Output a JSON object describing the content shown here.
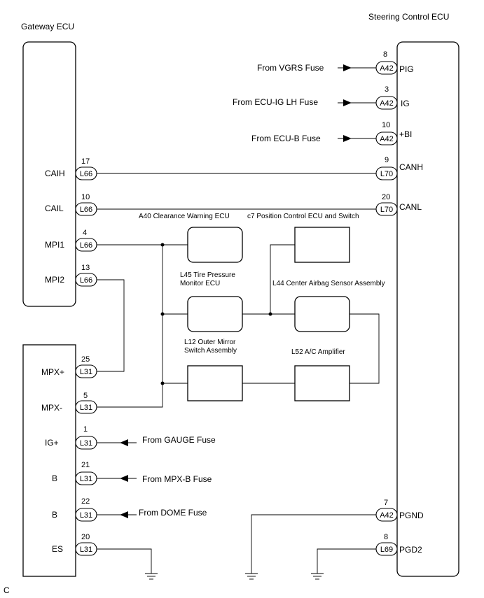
{
  "headers": {
    "gateway": "Gateway ECU",
    "steering": "Steering Control ECU"
  },
  "footer_code": "C",
  "steering_pins": [
    {
      "pin": "8",
      "conn": "A42",
      "sig": "PIG",
      "src": "From VGRS Fuse"
    },
    {
      "pin": "3",
      "conn": "A42",
      "sig": "IG",
      "src": "From ECU-IG LH Fuse"
    },
    {
      "pin": "10",
      "conn": "A42",
      "sig": "+BI",
      "src": "From ECU-B Fuse"
    },
    {
      "pin": "9",
      "conn": "L70",
      "sig": "CANH"
    },
    {
      "pin": "20",
      "conn": "L70",
      "sig": "CANL"
    },
    {
      "pin": "7",
      "conn": "A42",
      "sig": "PGND"
    },
    {
      "pin": "8",
      "conn": "L69",
      "sig": "PGD2"
    }
  ],
  "gateway_pins": [
    {
      "pin": "17",
      "conn": "L66",
      "sig": "CAIH"
    },
    {
      "pin": "10",
      "conn": "L66",
      "sig": "CAIL"
    },
    {
      "pin": "4",
      "conn": "L66",
      "sig": "MPI1"
    },
    {
      "pin": "13",
      "conn": "L66",
      "sig": "MPI2"
    }
  ],
  "bottom_pins": [
    {
      "pin": "25",
      "conn": "L31",
      "sig": "MPX+"
    },
    {
      "pin": "5",
      "conn": "L31",
      "sig": "MPX-"
    },
    {
      "pin": "1",
      "conn": "L31",
      "sig": "IG+",
      "src": "From GAUGE Fuse"
    },
    {
      "pin": "21",
      "conn": "L31",
      "sig": "B",
      "src": "From MPX-B Fuse"
    },
    {
      "pin": "22",
      "conn": "L31",
      "sig": "B",
      "src": "From DOME Fuse"
    },
    {
      "pin": "20",
      "conn": "L31",
      "sig": "ES"
    }
  ],
  "components": {
    "a40": "A40 Clearance Warning ECU",
    "c7": "c7 Position Control ECU and Switch",
    "l45_line1": "L45 Tire Pressure",
    "l45_line2": "Monitor ECU",
    "l44": "L44 Center Airbag Sensor Assembly",
    "l12_line1": "L12 Outer Mirror",
    "l12_line2": "Switch Assembly",
    "l52": "L52 A/C Amplifier"
  }
}
